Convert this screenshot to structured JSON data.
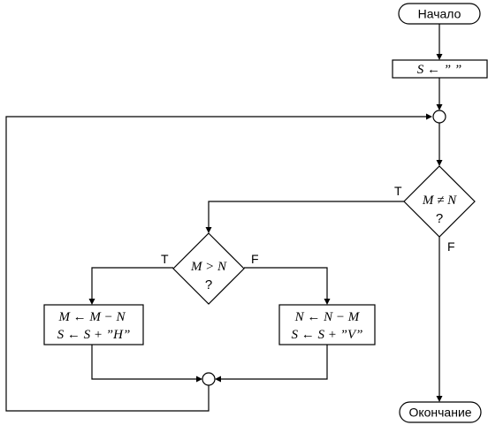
{
  "nodes": {
    "start": "Начало",
    "init": "S ← ” ”",
    "cond_ne": "M ≠ N",
    "cond_ne_q": "?",
    "cond_gt": "M > N",
    "cond_gt_q": "?",
    "left_op_1": "M ← M − N",
    "left_op_2": "S ← S + ”H”",
    "right_op_1": "N ← N − M",
    "right_op_2": "S ← S + ”V”",
    "end": "Окончание"
  },
  "edge_labels": {
    "ne_true": "T",
    "ne_false": "F",
    "gt_true": "T",
    "gt_false": "F"
  }
}
